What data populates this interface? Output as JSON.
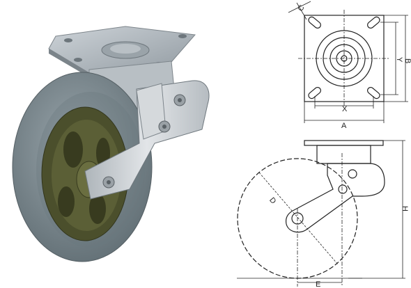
{
  "top_view": {
    "dimension_labels": {
      "bolt_spacing_x": "X",
      "plate_width": "A",
      "bolt_hole_slot": "C",
      "bolt_spacing_y": "Y",
      "plate_depth": "B"
    }
  },
  "side_view": {
    "dimension_labels": {
      "wheel_diameter": "D",
      "overall_height": "H",
      "offset": "E"
    }
  },
  "colors": {
    "tread": "#7f8e95",
    "hub": "#4b4f2c",
    "bracket": "#c7ccd0",
    "plate": "#aeb6bd",
    "line": "#222222"
  }
}
